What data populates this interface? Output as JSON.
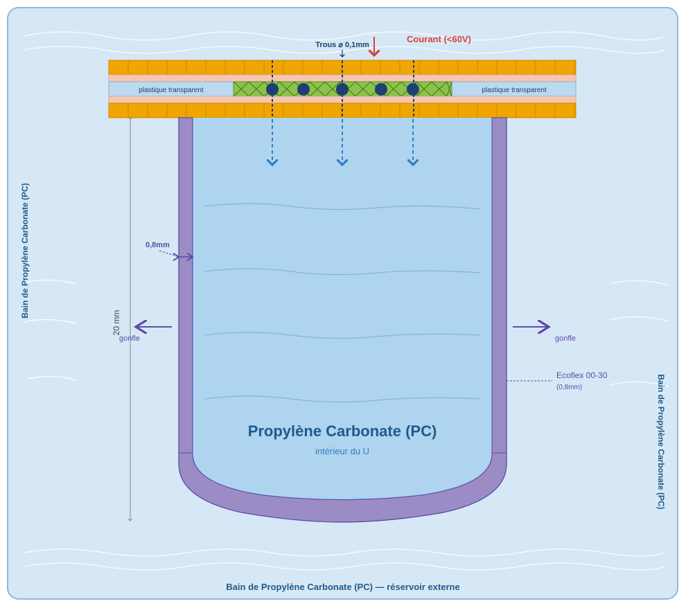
{
  "labels": {
    "trous": "Trous ⌀ 0,1mm",
    "courant": "Courant (<60V)",
    "plastique_left": "plastique transparent",
    "plastique_right": "plastique transparent",
    "thickness": "0,8mm",
    "height": "20 mm",
    "gonfle_left": "gonfle",
    "gonfle_right": "gonfle",
    "ecoflex": "Ecoflex 00-30",
    "ecoflex_thickness": "(0,8mm)",
    "pc_title": "Propylène Carbonate (PC)",
    "pc_subtitle": "intérieur du U",
    "bath_left": "Bain de Propylène Carbonate (PC)",
    "bath_right": "Bain de Propylène Carbonate (PC)",
    "bath_bottom": "Bain de Propylène Carbonate (PC) — réservoir externe"
  },
  "colors": {
    "bath_fill": "#d6e8f6",
    "bath_stroke": "#8fb8e0",
    "electrode": "#f0a500",
    "electrode_stroke": "#c98a00",
    "pink_layer": "#f5c6b0",
    "plastic": "#bcd9f0",
    "mesh": "#8bc34a",
    "dots": "#1e3f73",
    "membrane": "#9b8cc5",
    "membrane_stroke": "#5b4ba8",
    "pc_inner": "#aed4ef",
    "arrow_blue": "#2f7fc4",
    "arrow_purple": "#5b4ba8",
    "red": "#d9413a",
    "title_blue": "#1f5a8c"
  }
}
